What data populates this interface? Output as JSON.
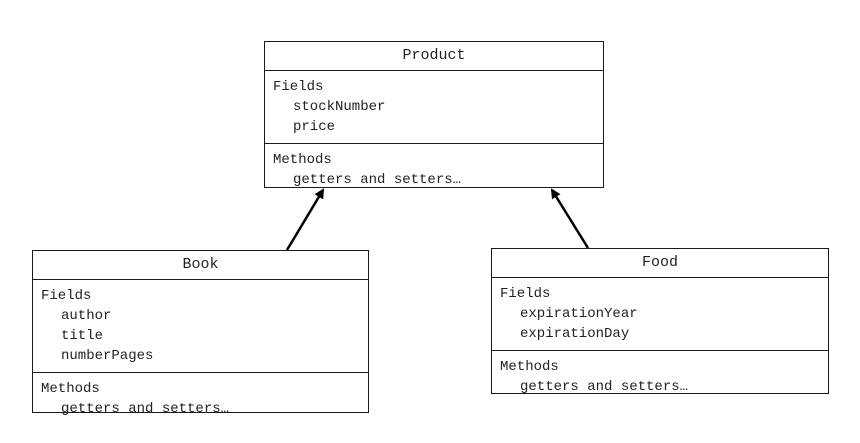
{
  "classes": {
    "product": {
      "name": "Product",
      "fields_label": "Fields",
      "fields": [
        "stockNumber",
        "price"
      ],
      "methods_label": "Methods",
      "methods": [
        "getters and setters…"
      ]
    },
    "book": {
      "name": "Book",
      "fields_label": "Fields",
      "fields": [
        "author",
        "title",
        "numberPages"
      ],
      "methods_label": "Methods",
      "methods": [
        "getters and setters…"
      ]
    },
    "food": {
      "name": "Food",
      "fields_label": "Fields",
      "fields": [
        "expirationYear",
        "expirationDay"
      ],
      "methods_label": "Methods",
      "methods": [
        "getters and setters…"
      ]
    }
  },
  "relations": [
    {
      "from": "Book",
      "to": "Product",
      "type": "inheritance"
    },
    {
      "from": "Food",
      "to": "Product",
      "type": "inheritance"
    }
  ]
}
